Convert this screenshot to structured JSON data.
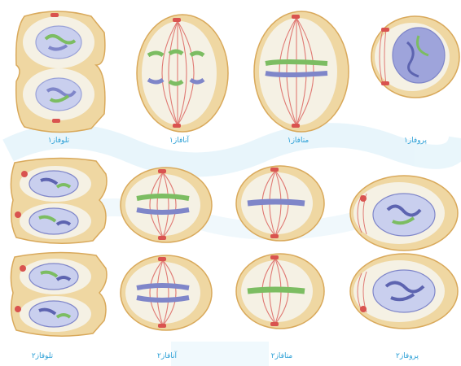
{
  "labels": {
    "row1": {
      "telophase1": "تلوفاز۱",
      "anaphase1": "آنافاز۱",
      "metaphase1": "متافاز۱",
      "prophase1": "پروفاز۱"
    },
    "row3": {
      "telophase2": "تلوفاز۲",
      "anaphase2": "آنافاز۲",
      "metaphase2": "متافاز۲",
      "prophase2": "پروفاز۲"
    }
  },
  "colors": {
    "cell_wall": "#efd7a2",
    "cell_edge": "#d9a95b",
    "cytoplasm": "#f5f1e4",
    "nucleus": "#c9cfee",
    "spindle": "#d9534f",
    "chrom_green": "#7cbd62",
    "chrom_blue": "#7f86c9",
    "watermark": "#d7eef8"
  }
}
